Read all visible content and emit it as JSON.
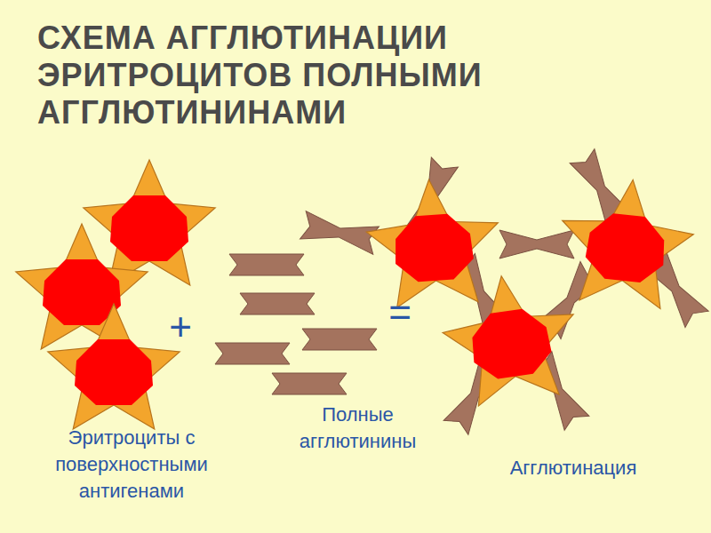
{
  "diagram": {
    "title": "СХЕМА АГГЛЮТИНАЦИИ ЭРИТРОЦИТОВ ПОЛНЫМИ АГГЛЮТИНИНАМИ",
    "labels": [
      "+",
      "=",
      "Эритроциты с поверхностными антигенами",
      "Полные агглютинины",
      "Агглютинация"
    ]
  }
}
